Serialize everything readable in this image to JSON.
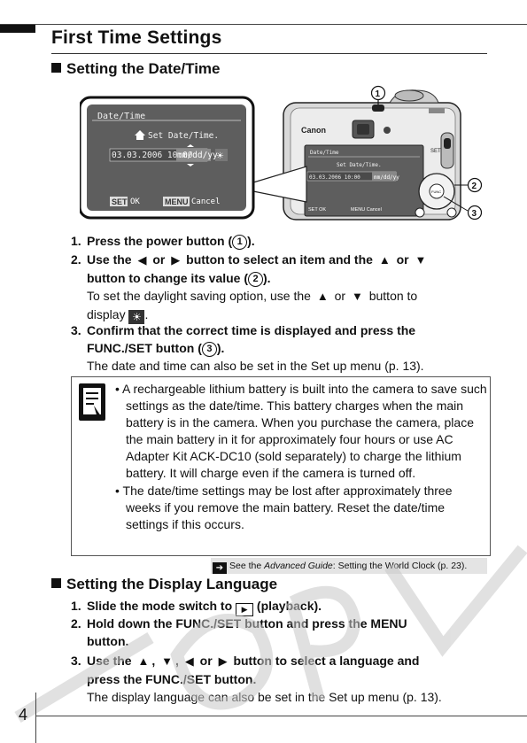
{
  "page": {
    "title": "First Time Settings",
    "page_number": "4"
  },
  "section1": {
    "heading": "Setting the Date/Time",
    "figure": {
      "lcd_title": "Date/Time",
      "lcd_subtitle": "Set Date/Time.",
      "lcd_value": "03.03.2006 10:00",
      "lcd_format": "mm/dd/yy",
      "lcd_ok_key": "SET",
      "lcd_ok": "OK",
      "lcd_cancel_key": "MENU",
      "lcd_cancel": "Cancel",
      "brand": "Canon",
      "callouts": [
        "1",
        "2",
        "3"
      ]
    },
    "step1": {
      "num": "1.",
      "text": "Press the power button (",
      "ref": "1",
      "end": ")."
    },
    "step2": {
      "num": "2.",
      "t1": "Use the",
      "t2": "or",
      "t3": "button to select an item and the",
      "t4": "or",
      "line2a": "button to change its value (",
      "ref": "2",
      "line2b": ").",
      "desc1a": "To set the daylight saving option, use the",
      "desc1b": "or",
      "desc1c": "button to",
      "desc2a": "display",
      "desc2b": "."
    },
    "step3": {
      "num": "3.",
      "line1": "Confirm that the correct time is displayed and press the",
      "line2a": "FUNC./SET button (",
      "ref": "3",
      "line2b": ").",
      "desc": "The date and time can also be set in the Set up menu (p. 13)."
    },
    "note": {
      "bullet1": "• A rechargeable lithium battery is built into the camera to save such settings as the date/time. This battery charges when the main battery is in the camera. When you purchase the camera, place the main battery in it for approximately four hours or use AC Adapter Kit ACK-DC10 (sold separately) to charge the lithium battery. It will charge even if the camera is turned off.",
      "bullet2": "• The date/time settings may be lost after approximately three weeks if you remove the main battery. Reset the date/time settings if this occurs."
    },
    "see": {
      "prefix": "See the ",
      "guide": "Advanced Guide",
      "rest": ": Setting the World Clock (p. 23)."
    }
  },
  "section2": {
    "heading": "Setting the Display Language",
    "step1": {
      "num": "1.",
      "a": "Slide the mode switch to",
      "b": "(playback)."
    },
    "step2": {
      "num": "2.",
      "line1": "Hold down the FUNC./SET button and press the MENU",
      "line2": "button."
    },
    "step3": {
      "num": "3.",
      "a": "Use the",
      "sep1": ",",
      "sep2": ",",
      "or": "or",
      "b": "button to select a language and",
      "line2": "press the FUNC./SET button.",
      "desc": "The display language can also be set in the Set up menu (p. 13)."
    }
  },
  "colors": {
    "text": "#111111",
    "see_bar": "#e4e4e4",
    "lcd_bg": "#5e5e5e"
  }
}
